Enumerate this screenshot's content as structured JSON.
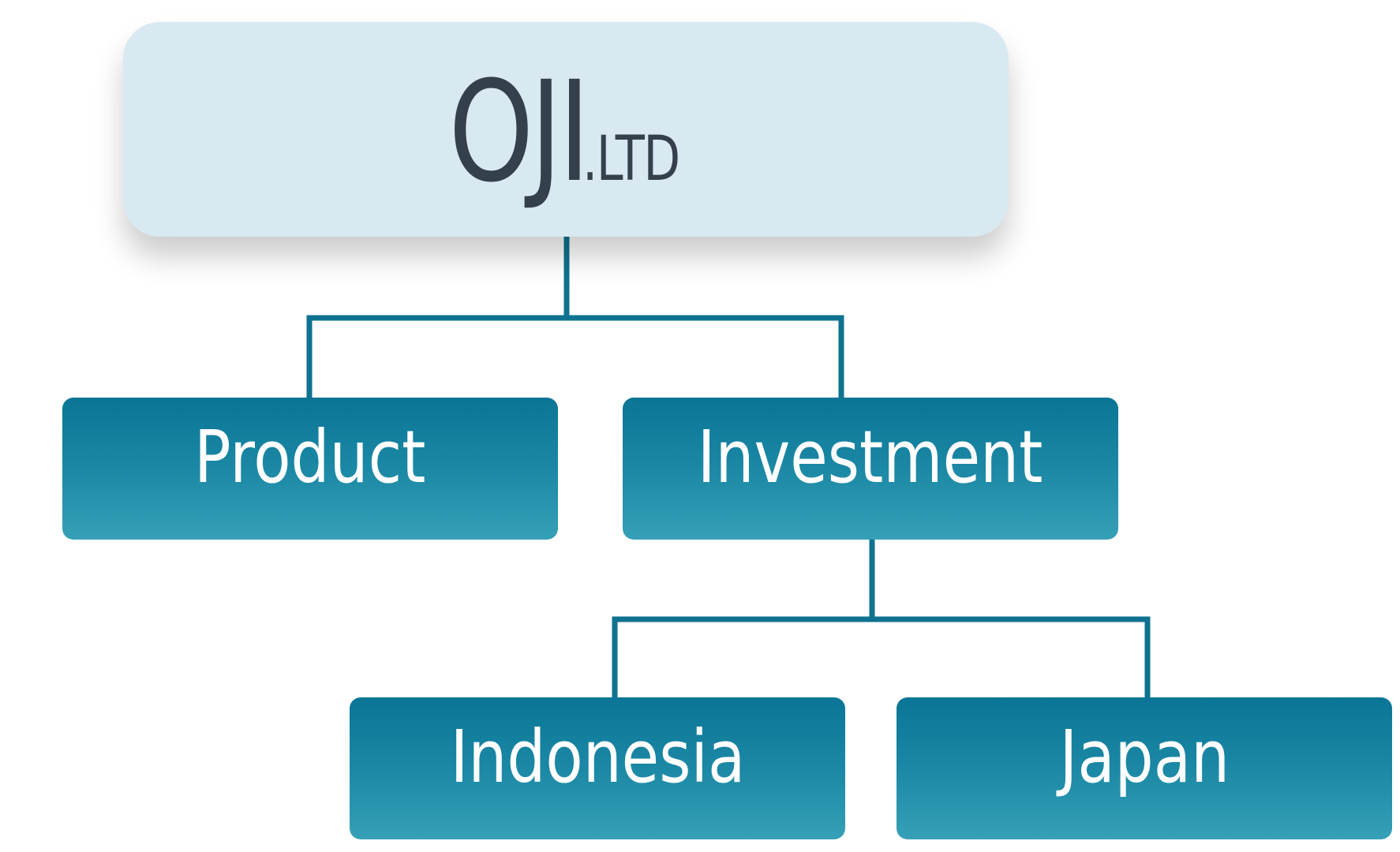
{
  "root": {
    "name": "OJI",
    "suffix": ".LTD"
  },
  "children": [
    {
      "label": "Product"
    },
    {
      "label": "Investment"
    }
  ],
  "grandchildren": [
    {
      "label": "Indonesia"
    },
    {
      "label": "Japan"
    }
  ],
  "colors": {
    "root_fill": "#d9e9f2",
    "root_text": "#35404d",
    "node_top": "#0a7596",
    "node_bottom": "#36a0b7",
    "node_text": "#ffffff",
    "connector": "#0e7290"
  }
}
